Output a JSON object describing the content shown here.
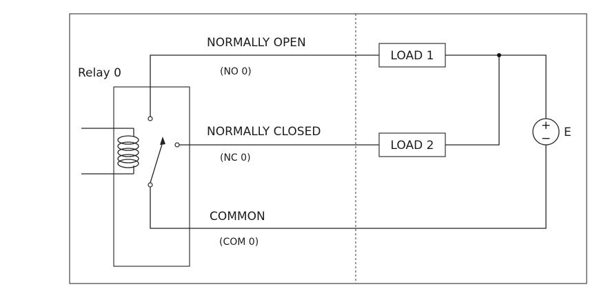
{
  "diagram": {
    "relay_label": "Relay 0",
    "normally_open_label": "NORMALLY OPEN",
    "normally_open_code": "(NO 0)",
    "normally_closed_label": "NORMALLY CLOSED",
    "normally_closed_code": "(NC 0)",
    "common_label": "COMMON",
    "common_code": "(COM 0)",
    "load1_label": "LOAD 1",
    "load2_label": "LOAD 2",
    "source_label": "E",
    "source_plus": "+",
    "source_minus": "−"
  }
}
